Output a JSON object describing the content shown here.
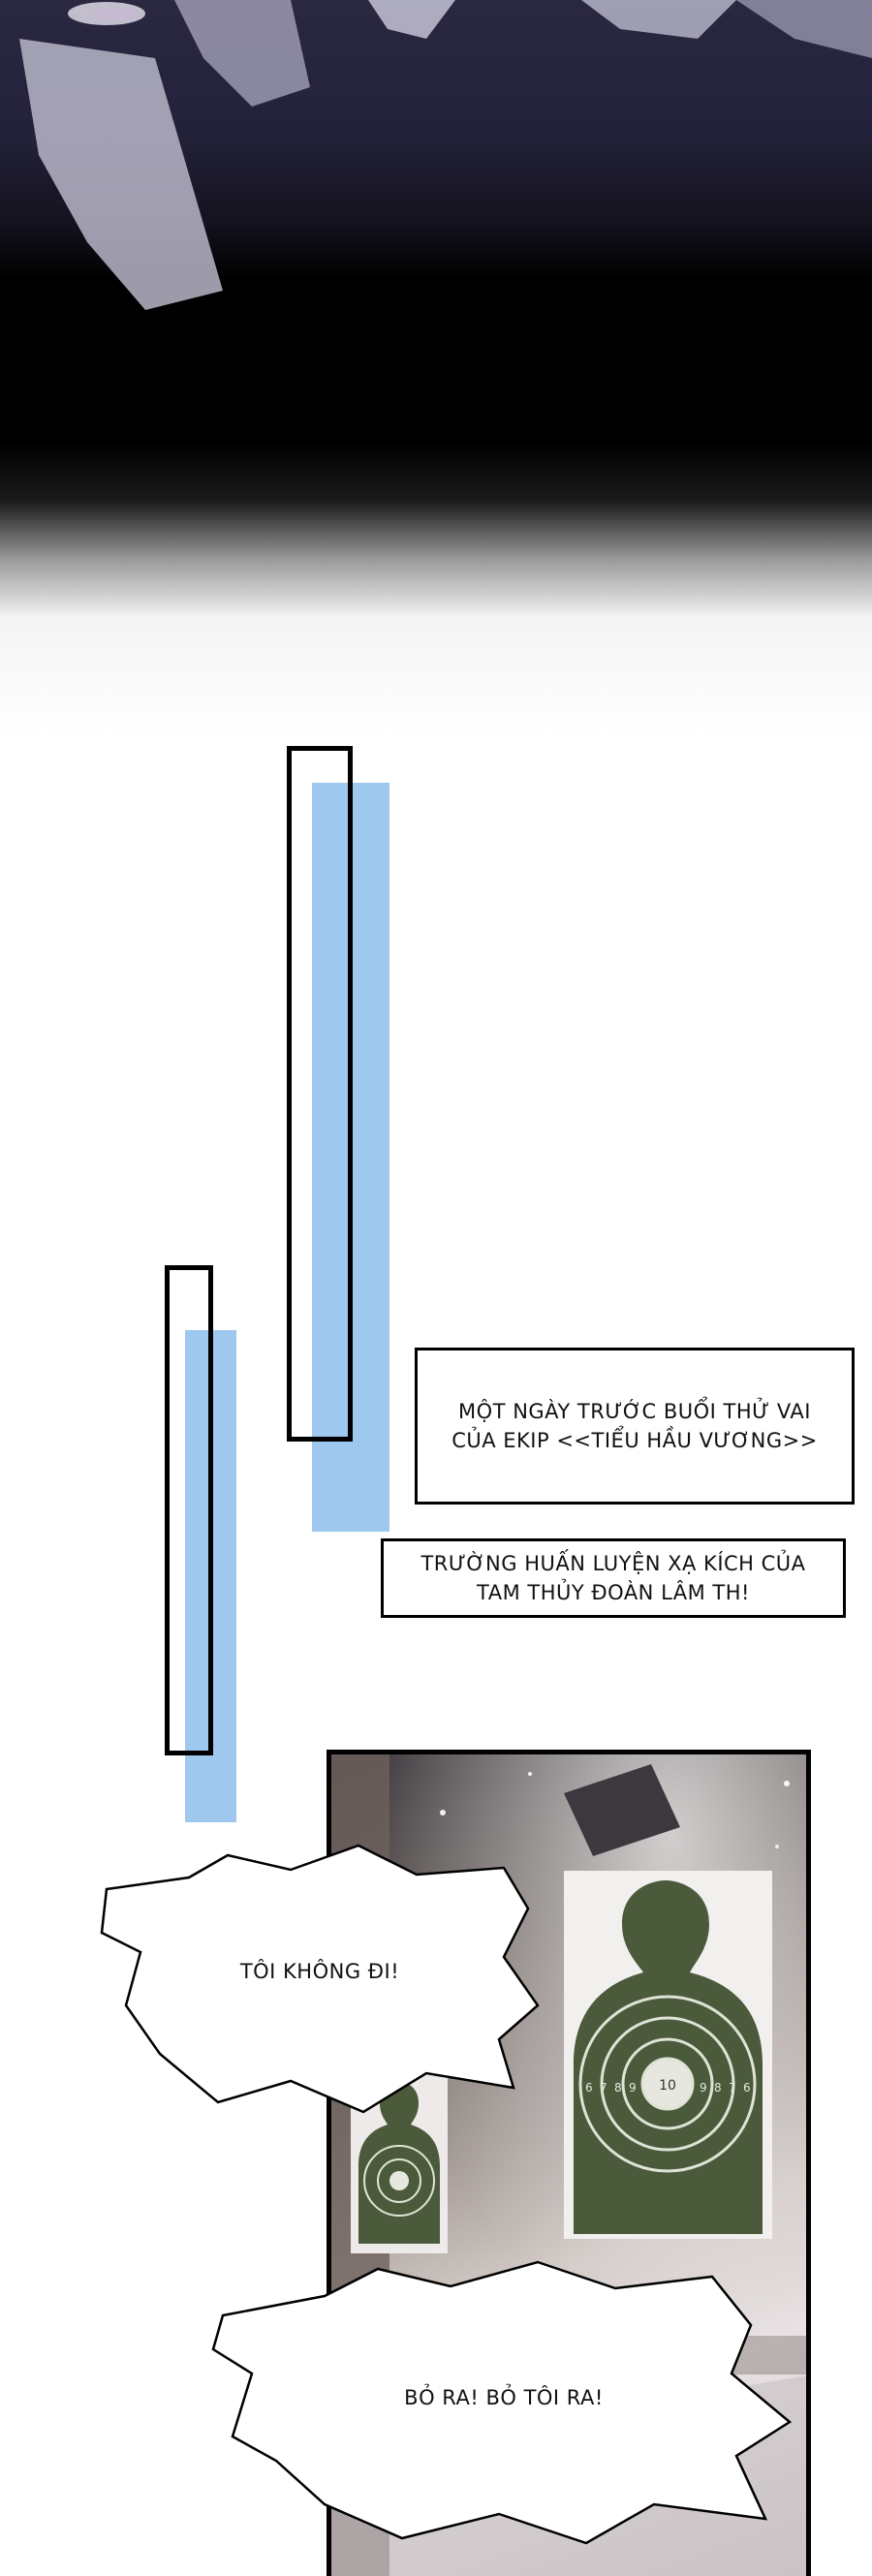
{
  "captions": {
    "caption_1": "MỘT NGÀY TRƯỚC BUỔI THỬ VAI CỦA EKIP <<TIỂU HẦU VƯƠNG>>",
    "caption_2": "TRƯỜNG HUẤN LUYỆN XẠ KÍCH CỦA TAM THỦY ĐOÀN LÂM TH!"
  },
  "bubbles": {
    "bubble_1": "TÔI KHÔNG ĐI!",
    "bubble_2": "BỎ RA! BỎ TÔI RA!"
  },
  "targets": {
    "large_ring_numbers_left": [
      "6",
      "7",
      "8",
      "9"
    ],
    "large_ring_numbers_right": [
      "9",
      "8",
      "7",
      "6"
    ],
    "large_center": "10"
  },
  "colors": {
    "blue_bar": "#9ec8ee",
    "target_green": "#4a5a3a",
    "dark_top": "#23223a"
  }
}
